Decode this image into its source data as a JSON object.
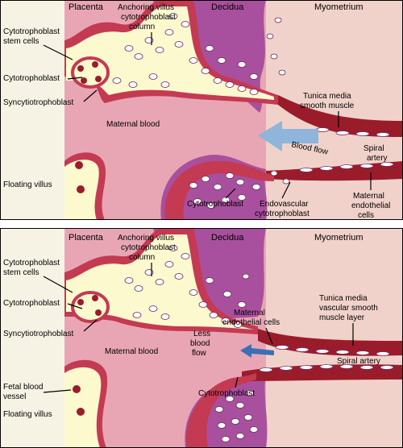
{
  "top": {
    "headers": {
      "placenta": "Placenta",
      "decidua": "Decidua",
      "myometrium": "Myometrium"
    },
    "anchoring": [
      "Anchoring villus",
      "cytotrophoblast",
      "column"
    ],
    "stem_cells": [
      "Cytotrophoblast",
      "stem cells"
    ],
    "cytotrophoblast_left": "Cytotrophoblast",
    "syncytiotrophoblast": "Syncytiotrophoblast",
    "maternal_blood": "Maternal blood",
    "tunica": [
      "Tunica media",
      "smooth muscle"
    ],
    "blood_flow": "Blood flow",
    "spiral_artery": [
      "Spiral",
      "artery"
    ],
    "floating_villus": "Floating villus",
    "cytotrophoblast_bottom": "Cytotrophoblast",
    "endovascular": [
      "Endovascular",
      "cytotrophoblast"
    ],
    "maternal_endothelial": [
      "Maternal",
      "endothelial",
      "cells"
    ]
  },
  "bottom": {
    "headers": {
      "placenta": "Placenta",
      "decidua": "Decidua",
      "myometrium": "Myometrium"
    },
    "anchoring": [
      "Anchoring villus",
      "cytotrophoblast",
      "column"
    ],
    "stem_cells": [
      "Cytotrophoblast",
      "stem cells"
    ],
    "cytotrophoblast_left": "Cytotrophoblast",
    "syncytiotrophoblast": "Syncytiotrophoblast",
    "maternal_blood": "Maternal blood",
    "maternal_endothelial": [
      "Maternal",
      "endothelial cells"
    ],
    "tunica": [
      "Tunica media",
      "vascular smooth",
      "muscle layer"
    ],
    "less_blood_flow": [
      "Less",
      "blood",
      "flow"
    ],
    "spiral_artery": "Spiral artery",
    "fetal_vessel": [
      "Fetal blood",
      "vessel"
    ],
    "floating_villus": "Floating villus",
    "cytotrophoblast_bottom": "Cytotrophoblast"
  },
  "colors": {
    "placenta_bg": "#f6f3e4",
    "maternal_blood": "#e8a6b4",
    "decidua": "#a8509e",
    "myometrium": "#f1d2ca",
    "syncytium": "#c43a52",
    "villus_core": "#fdf9cf",
    "artery_wall": "#9a1c2b",
    "blood_flow_arrow": "#8fb5db"
  }
}
